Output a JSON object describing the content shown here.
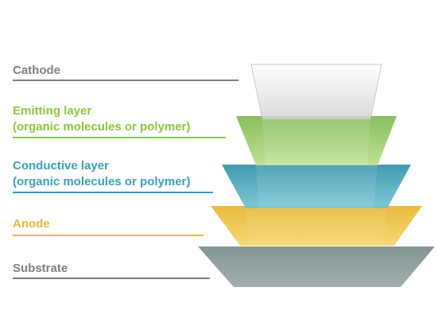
{
  "layers": [
    {
      "key": "cathode",
      "lines": [
        "Cathode"
      ],
      "color": "#7f7f7f",
      "fill": "#e2e2e2"
    },
    {
      "key": "emitting",
      "lines": [
        "Emitting layer",
        "(organic molecules or polymer)"
      ],
      "color": "#8cc63f",
      "fill": "#8cc63f"
    },
    {
      "key": "conductive",
      "lines": [
        "Conductive layer",
        "(organic molecules or polymer)"
      ],
      "color": "#3aa1b8",
      "fill": "#3aa1b8"
    },
    {
      "key": "anode",
      "lines": [
        "Anode"
      ],
      "color": "#e5b93a",
      "fill": "#f2c23a"
    },
    {
      "key": "substrate",
      "lines": [
        "Substrate"
      ],
      "color": "#7f7f7f",
      "fill": "#8a9896"
    }
  ]
}
